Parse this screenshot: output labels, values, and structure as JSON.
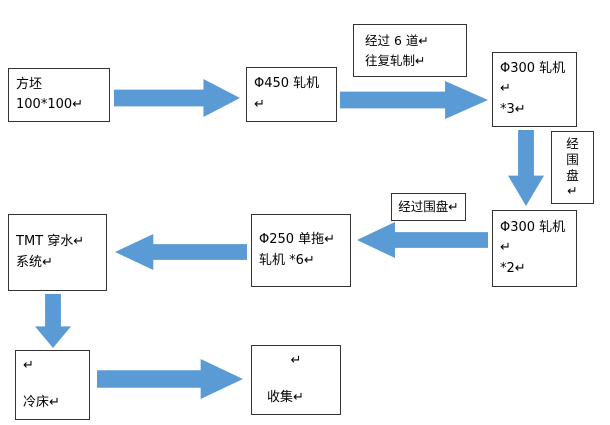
{
  "colors": {
    "arrow": "#5b9bd5",
    "box_border": "#333333",
    "background": "#ffffff"
  },
  "nodes": {
    "billet": {
      "label": "方坯 100*100↵"
    },
    "mill450": {
      "label": "Φ450 轧机↵"
    },
    "pass_note": {
      "line1": "经过 6 道↵",
      "line2": "往复轧制↵"
    },
    "mill300_x3": {
      "line1": "Φ300 轧机↵",
      "line2": "*3↵"
    },
    "coiler_note_vertical": {
      "c1": "经",
      "c2": "围",
      "c3": "盘",
      "c4": "↵"
    },
    "coiler_note": {
      "label": "经过围盘↵"
    },
    "mill300_x2": {
      "line1": "Φ300 轧机↵",
      "line2": "*2↵"
    },
    "mill250": {
      "line1": "Φ250 单拖↵",
      "line2": "轧机 *6↵"
    },
    "tmt": {
      "line1": "TMT  穿水↵",
      "line2": "系统↵"
    },
    "cooling_bed": {
      "line1": "↵",
      "line2": "冷床↵"
    },
    "collect": {
      "line1": "↵",
      "line2": "收集↵"
    }
  }
}
